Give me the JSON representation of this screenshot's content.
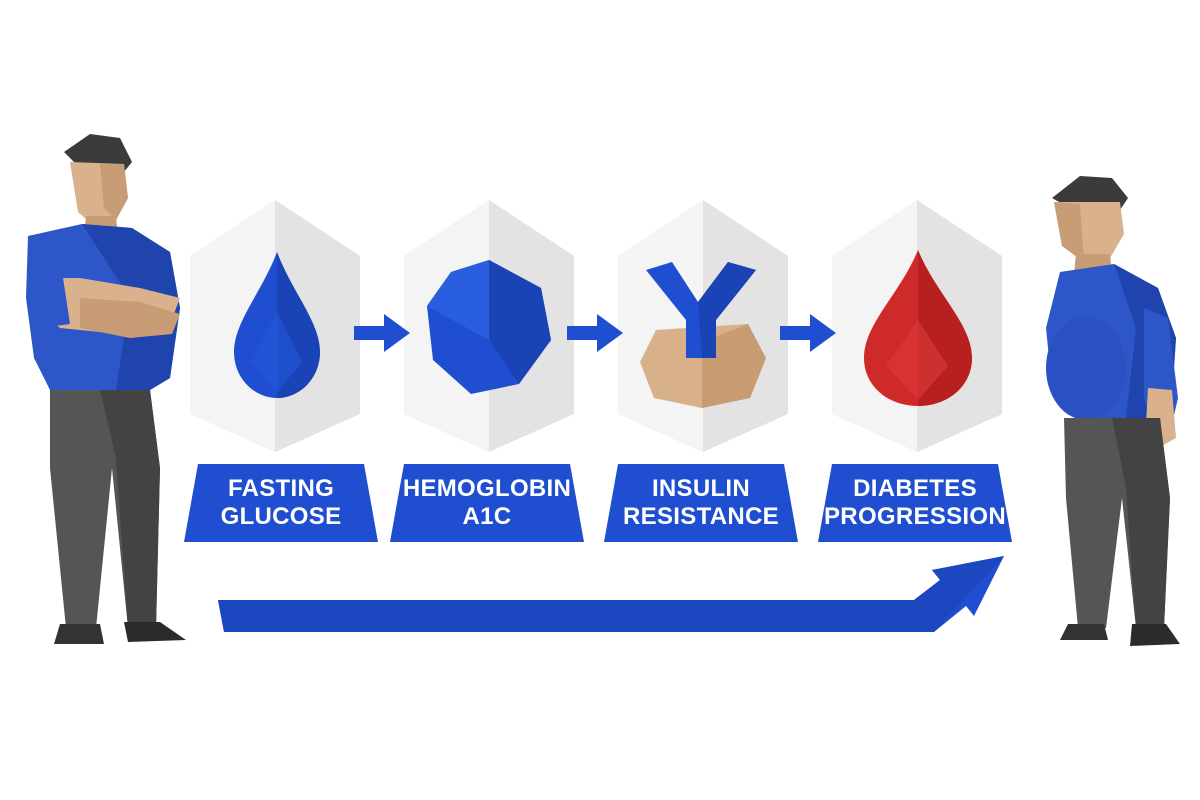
{
  "colors": {
    "accent_blue": "#1f4fd0",
    "blood_red": "#cf2a2a",
    "tile_light": "#ececec",
    "skin": "#d8b08a",
    "pants": "#555555"
  },
  "figures": {
    "left": {
      "icon": "healthy-man-icon"
    },
    "right": {
      "icon": "overweight-man-icon"
    }
  },
  "stages": [
    {
      "line1": "FASTING",
      "line2": "GLUCOSE",
      "icon": "glucose-drop-icon"
    },
    {
      "line1": "HEMOGLOBIN",
      "line2": "A1C",
      "icon": "hemoglobin-cell-icon"
    },
    {
      "line1": "INSULIN",
      "line2": "RESISTANCE",
      "icon": "insulin-receptor-icon"
    },
    {
      "line1": "DIABETES",
      "line2": "PROGRESSION",
      "icon": "blood-drop-icon"
    }
  ],
  "connectors": [
    "arrow-right-icon",
    "arrow-right-icon",
    "arrow-right-icon"
  ],
  "timeline": {
    "icon": "progression-arrow-icon"
  }
}
